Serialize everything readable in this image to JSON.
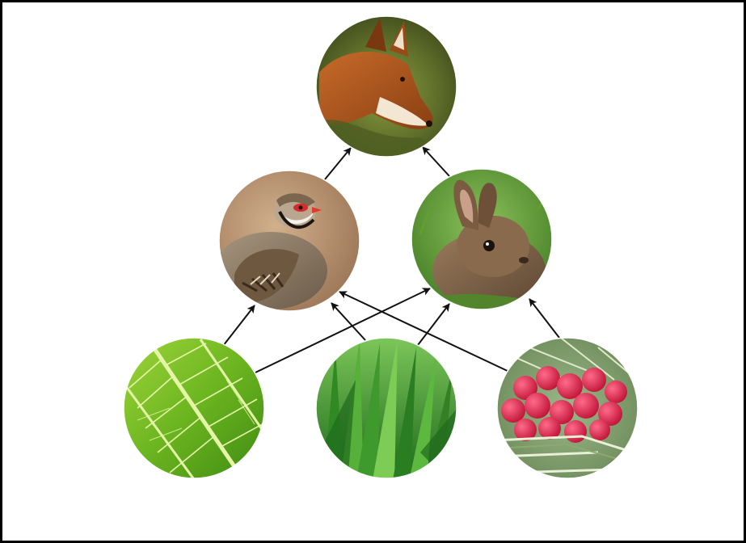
{
  "diagram": {
    "kind": "food-web",
    "nodes": [
      {
        "id": "fox",
        "icon": "fox-photo",
        "level": "top-predator"
      },
      {
        "id": "partridge",
        "icon": "partridge-photo",
        "level": "consumer"
      },
      {
        "id": "rabbit",
        "icon": "rabbit-photo",
        "level": "consumer"
      },
      {
        "id": "leaf",
        "icon": "leaf-photo",
        "level": "producer"
      },
      {
        "id": "grass",
        "icon": "grass-photo",
        "level": "producer"
      },
      {
        "id": "raspberries",
        "icon": "raspberries-photo",
        "level": "producer"
      }
    ],
    "edges": [
      {
        "from": "partridge",
        "to": "fox"
      },
      {
        "from": "rabbit",
        "to": "fox"
      },
      {
        "from": "leaf",
        "to": "partridge"
      },
      {
        "from": "leaf",
        "to": "rabbit"
      },
      {
        "from": "grass",
        "to": "partridge"
      },
      {
        "from": "grass",
        "to": "rabbit"
      },
      {
        "from": "raspberries",
        "to": "partridge"
      },
      {
        "from": "raspberries",
        "to": "rabbit"
      }
    ],
    "colors": {
      "frame": "#000000",
      "arrow": "#111111",
      "background": "#ffffff"
    }
  }
}
